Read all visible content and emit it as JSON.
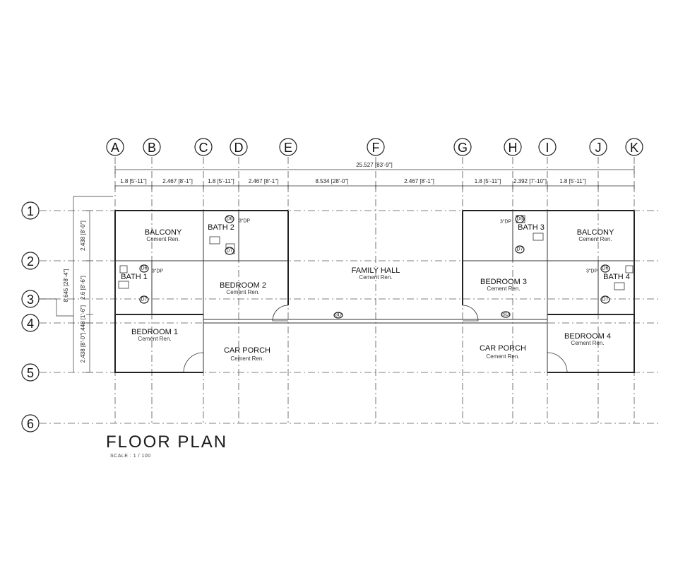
{
  "grid": {
    "columns": [
      "A",
      "B",
      "C",
      "D",
      "E",
      "F",
      "G",
      "H",
      "I",
      "J",
      "K"
    ],
    "rows": [
      "1",
      "2",
      "3",
      "4",
      "5",
      "6"
    ]
  },
  "overall_dimension": "25.527 [83'-9\"]",
  "column_dimensions": [
    "1.8 [5'-11\"]",
    "2.467 [8'-1\"]",
    "1.8 [5'-11\"]",
    "2.467 [8'-1\"]",
    "8.534 [28'-0\"]",
    "2.467 [8'-1\"]",
    "1.8 [5'-11\"]",
    "2.392 [7'-10\"]",
    "1.8 [5'-11\"]"
  ],
  "row_dimensions": [
    "2.438 [8'-0\"]",
    "2.6 [8'-6\"]",
    ".448 [1'-6\"]",
    "2.438 [8'-0\"]"
  ],
  "total_row_dimension": "8.645 [28'-4\"]",
  "rooms": [
    {
      "name": "BALCONY",
      "finish": "Cement Ren."
    },
    {
      "name": "BATH 2",
      "finish": ""
    },
    {
      "name": "BATH 1",
      "finish": ""
    },
    {
      "name": "BEDROOM 2",
      "finish": "Cement Ren."
    },
    {
      "name": "FAMILY HALL",
      "finish": "Cement Ren."
    },
    {
      "name": "BEDROOM 3",
      "finish": "Cement Ren."
    },
    {
      "name": "BATH 3",
      "finish": ""
    },
    {
      "name": "BALCONY",
      "finish": "Cement Ren."
    },
    {
      "name": "BATH 4",
      "finish": ""
    },
    {
      "name": "BEDROOM 1",
      "finish": "Cement Ren."
    },
    {
      "name": "CAR PORCH",
      "finish": "Cement Ren."
    },
    {
      "name": "CAR PORCH",
      "finish": "Cement Ren."
    },
    {
      "name": "BEDROOM 4",
      "finish": "Cement Ren."
    }
  ],
  "tags": {
    "d6": "D6",
    "d7": "D7",
    "dp": "3\"DP",
    "sd": "SD"
  },
  "title": "FLOOR  PLAN",
  "scale": "SCALE : 1 / 100"
}
